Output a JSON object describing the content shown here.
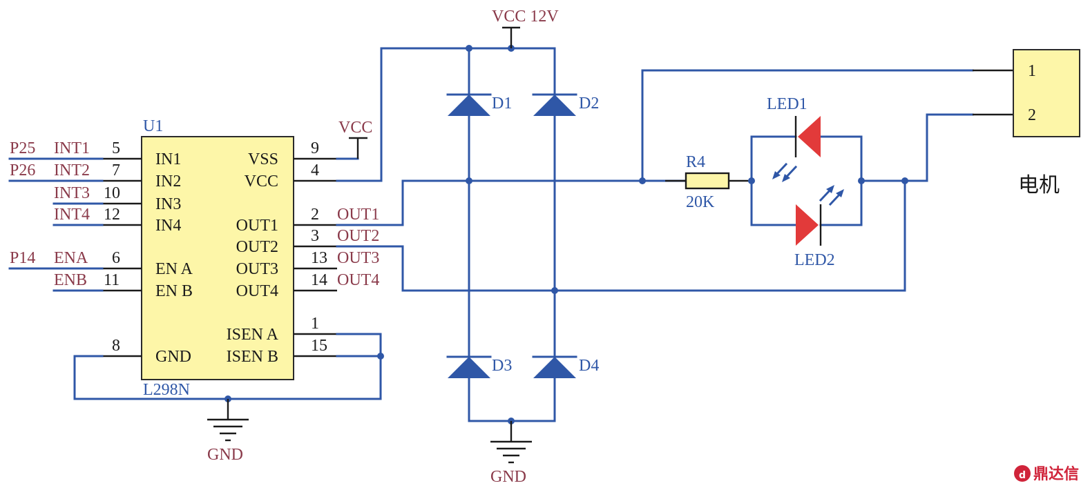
{
  "ic": {
    "designator": "U1",
    "part": "L298N",
    "left_pins": [
      {
        "num": "5",
        "name": "IN1",
        "net": "INT1",
        "port": "P25"
      },
      {
        "num": "7",
        "name": "IN2",
        "net": "INT2",
        "port": "P26"
      },
      {
        "num": "10",
        "name": "IN3",
        "net": "INT3",
        "port": ""
      },
      {
        "num": "12",
        "name": "IN4",
        "net": "INT4",
        "port": ""
      },
      {
        "num": "6",
        "name": "EN A",
        "net": "ENA",
        "port": "P14"
      },
      {
        "num": "11",
        "name": "EN B",
        "net": "ENB",
        "port": ""
      },
      {
        "num": "8",
        "name": "GND",
        "net": "",
        "port": ""
      }
    ],
    "right_pins": [
      {
        "num": "9",
        "name": "VSS",
        "net": ""
      },
      {
        "num": "4",
        "name": "VCC",
        "net": ""
      },
      {
        "num": "2",
        "name": "OUT1",
        "net": "OUT1"
      },
      {
        "num": "3",
        "name": "OUT2",
        "net": "OUT2"
      },
      {
        "num": "13",
        "name": "OUT3",
        "net": "OUT3"
      },
      {
        "num": "14",
        "name": "OUT4",
        "net": "OUT4"
      },
      {
        "num": "1",
        "name": "ISEN A",
        "net": ""
      },
      {
        "num": "15",
        "name": "ISEN B",
        "net": ""
      }
    ]
  },
  "power": {
    "vcc_logic": "VCC",
    "vcc_motor": "VCC 12V",
    "gnd1": "GND",
    "gnd2": "GND"
  },
  "diodes": [
    "D1",
    "D2",
    "D3",
    "D4"
  ],
  "resistor": {
    "name": "R4",
    "value": "20K"
  },
  "leds": [
    "LED1",
    "LED2"
  ],
  "connector": {
    "pins": [
      "1",
      "2"
    ],
    "label": "电机"
  },
  "watermark": "鼎达信",
  "colors": {
    "wire": "#2f57a7",
    "ic_fill": "#fdf6a8",
    "led": "#e23a3a",
    "net_label": "#8a3a4a"
  }
}
